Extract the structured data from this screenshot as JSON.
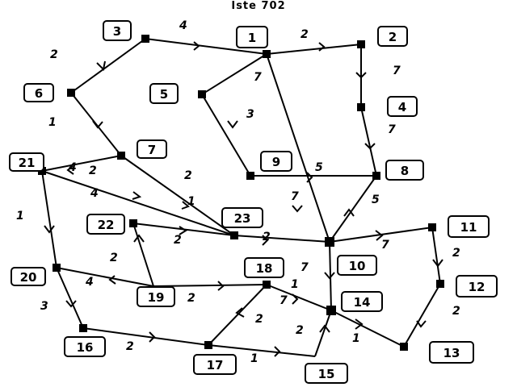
{
  "title": "Iste 702",
  "nodes": {
    "n1": "1",
    "n2": "2",
    "n3": "3",
    "n4": "4",
    "n5": "5",
    "n6": "6",
    "n7": "7",
    "n8": "8",
    "n9": "9",
    "n10": "10",
    "n11": "11",
    "n12": "12",
    "n13": "13",
    "n14": "14",
    "n15": "15",
    "n16": "16",
    "n17": "17",
    "n18": "18",
    "n19": "19",
    "n20": "20",
    "n21": "21",
    "n22": "22",
    "n23": "23"
  },
  "weights": {
    "w1": "4",
    "w2": "2",
    "w3": "7",
    "w4": "7",
    "w5": "1",
    "w6": "2",
    "w7": "7",
    "w8": "3",
    "w9": "5",
    "w10": "4",
    "w11": "2",
    "w12": "4",
    "w13": "2",
    "w14": "5",
    "w15": "7",
    "w16": "1",
    "w17": "2",
    "w18": "2",
    "w19": "2",
    "w20": "7",
    "w21": "7",
    "w22": "1",
    "w23": "2",
    "w24": "3",
    "w25": "4",
    "w26": "2",
    "w27": "2",
    "w28": "2",
    "w29": "7",
    "w30": "1",
    "w31": "1",
    "w32": "2",
    "w33": "1",
    "w34": "2"
  }
}
